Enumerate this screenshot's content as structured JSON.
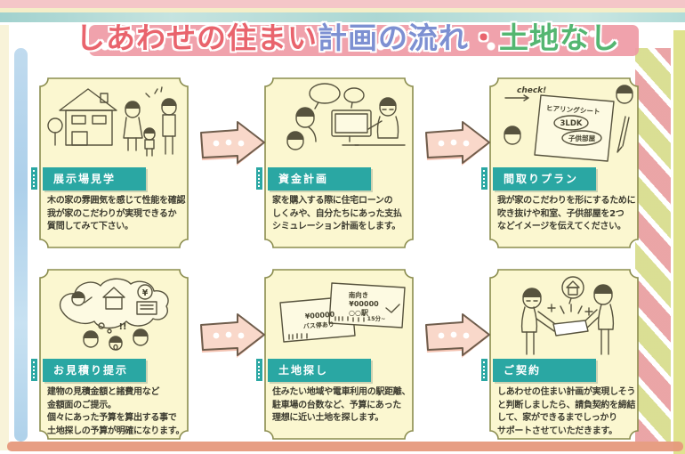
{
  "title": {
    "part1": "しあわせの住まい",
    "part2": "計画の流れ",
    "dot": "・",
    "part3": "土地なし"
  },
  "steps": [
    {
      "label": "展示場見学",
      "description": "木の家の雰囲気を感じて性能を確認\n我が家のこだわりが実現できるか\n質問してみて下さい。"
    },
    {
      "label": "資金計画",
      "description": "家を購入する際に住宅ローンの\nしくみや、自分たちにあった支払\nシミュレーション計画をします。"
    },
    {
      "label": "間取りプラン",
      "description": "我が家のこだわりを形にするために\n吹き抜けや和室、子供部屋を2つ\nなどイメージを伝えてください。"
    },
    {
      "label": "お見積り提示",
      "description": "建物の見積金額と諸費用など\n金額面のご提示。\n個々にあった予算を算出する事で\n土地探しの予算が明確になります。"
    },
    {
      "label": "土地探し",
      "description": "住みたい地域や電車利用の駅距離、\n駐車場の台数など、予算にあった\n理想に近い土地を探します。"
    },
    {
      "label": "ご契約",
      "description": "しあわせの住まい計画が実現しそう\nと判断しましたら、請負契約を締結\nして、家ができるまでしっかり\nサポートさせていただきます。"
    }
  ],
  "illustrations": {
    "sheet": {
      "check": "check!",
      "title": "ヒアリングシート",
      "item1": "3LDK",
      "item2": "子供部屋"
    },
    "estimate": {
      "yen": "¥",
      "exclaim": "!!"
    },
    "land": {
      "front_line1": "南向き",
      "front_line2": "¥00000",
      "front_line3": "○○駅",
      "front_line4": "15分~",
      "back_line1": "¥00000",
      "back_line2": "バス停あり"
    }
  },
  "colors": {
    "title_pink": "#e9646d",
    "title_blue": "#7d90d2",
    "title_green": "#54b671",
    "banner_pink": "#ef9ba5",
    "tag_teal": "#2aa7a3",
    "panel_bg": "#fbf7d0",
    "panel_border": "#8b8d4f",
    "arrow_fill": "#f9d8ca",
    "arrow_halo": "#f3bcaa",
    "arrow_outline": "#6f5d4c",
    "stripe_blue": "#b3d4ea",
    "stripe_teal": "#a7d5d1",
    "stripe_orange": "#e6997c",
    "stripe_green": "#d4d981",
    "stripe_red": "#e79597"
  }
}
